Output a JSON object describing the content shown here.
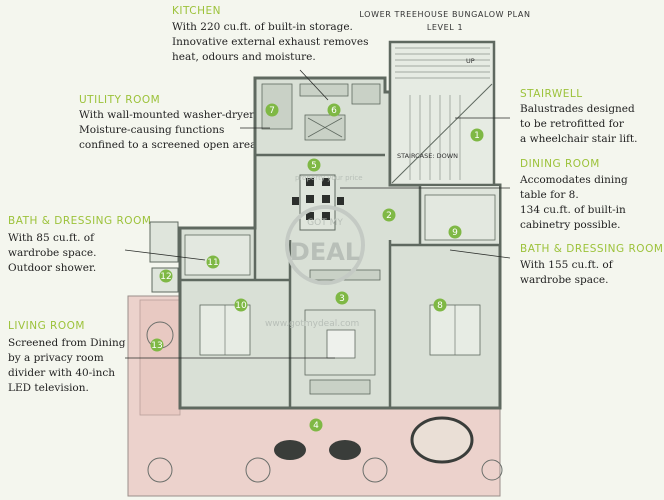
{
  "plan": {
    "title_line1": "LOWER TREEHOUSE BUNGALOW PLAN",
    "title_line2": "LEVEL 1",
    "up_label": "UP",
    "staircase_label": "STAIRCASE: DOWN",
    "watermark_url": "www.gotmydeal.com",
    "watermark_small": "property your price",
    "watermark_logo_top": "GOT MY",
    "watermark_logo_main": "DEAL"
  },
  "callouts": {
    "kitchen": {
      "label": "KITCHEN",
      "text": "With 220 cu.ft. of built-in storage.\nInnovative external exhaust removes\nheat, odours and moisture."
    },
    "utility": {
      "label": "UTILITY ROOM",
      "text": "With wall-mounted washer-dryer.\nMoisture-causing functions\nconfined to a screened open area."
    },
    "bath_left": {
      "label": "BATH & DRESSING ROOM",
      "text": "With 85 cu.ft. of\nwardrobe space.\nOutdoor shower."
    },
    "living": {
      "label": "LIVING ROOM",
      "text": "Screened from Dining\nby a privacy room\ndivider with 40-inch\nLED television."
    },
    "stairwell": {
      "label": "STAIRWELL",
      "text": "Balustrades designed\nto be retrofitted for\na wheelchair stair lift."
    },
    "dining": {
      "label": "DINING ROOM",
      "text": "Accomodates dining\ntable for 8.\n134 cu.ft. of built-in\ncabinetry possible."
    },
    "bath_right": {
      "label": "BATH & DRESSING ROOM",
      "text": "With  155 cu.ft. of\nwardrobe space."
    }
  },
  "markers": [
    "1",
    "2",
    "3",
    "4",
    "5",
    "6",
    "7",
    "8",
    "9",
    "10",
    "11",
    "12",
    "13"
  ],
  "colors": {
    "accent_green": "#9cc23a",
    "marker_green": "#7fb845",
    "deck": "#ecd2cc",
    "room": "#d9e0d6",
    "wall": "#5f6960"
  }
}
